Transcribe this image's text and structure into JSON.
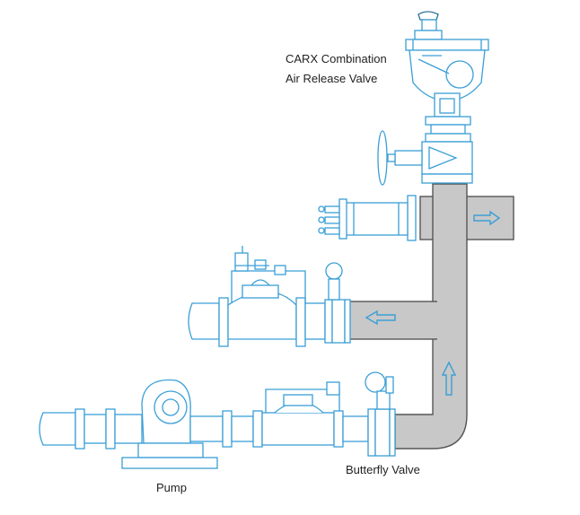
{
  "labels": {
    "carx_line1": "CARX Combination",
    "carx_line2": "Air Release Valve",
    "pump": "Pump",
    "butterfly": "Butterfly Valve"
  },
  "colors": {
    "outline": "#3a9fd6",
    "pipe_fill": "#c8c8c8",
    "pipe_stroke": "#555555",
    "text": "#222222"
  },
  "flow_arrows": [
    "right",
    "left",
    "up"
  ]
}
